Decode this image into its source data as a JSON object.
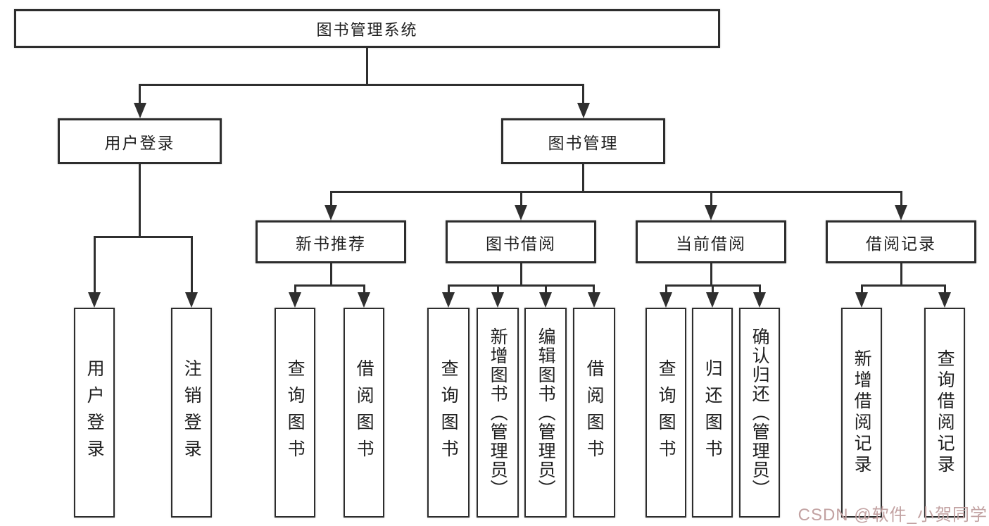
{
  "tree": {
    "root_label": "图书管理系统",
    "branches": [
      {
        "label": "用户登录",
        "children": [
          {
            "label": "用户登录"
          },
          {
            "label": "注销登录"
          }
        ]
      },
      {
        "label": "图书管理",
        "groups": [
          {
            "label": "新书推荐",
            "children": [
              {
                "label": "查询图书"
              },
              {
                "label": "借阅图书"
              }
            ]
          },
          {
            "label": "图书借阅",
            "children": [
              {
                "label": "查询图书"
              },
              {
                "label": "新增图书（管理员）"
              },
              {
                "label": "编辑图书（管理员）"
              },
              {
                "label": "借阅图书"
              }
            ]
          },
          {
            "label": "当前借阅",
            "children": [
              {
                "label": "查询图书"
              },
              {
                "label": "归还图书"
              },
              {
                "label": "确认归还（管理员）"
              }
            ]
          },
          {
            "label": "借阅记录",
            "children": [
              {
                "label": "新增借阅记录"
              },
              {
                "label": "查询借阅记录"
              }
            ]
          }
        ]
      }
    ]
  },
  "watermark": "CSDN @软件_小贺同学",
  "colors": {
    "background": "#ffffff",
    "line": "#2f2f2f",
    "box_border": "#2d2d2d",
    "text": "#1f1f1f",
    "watermark": "#c2a2a2"
  }
}
